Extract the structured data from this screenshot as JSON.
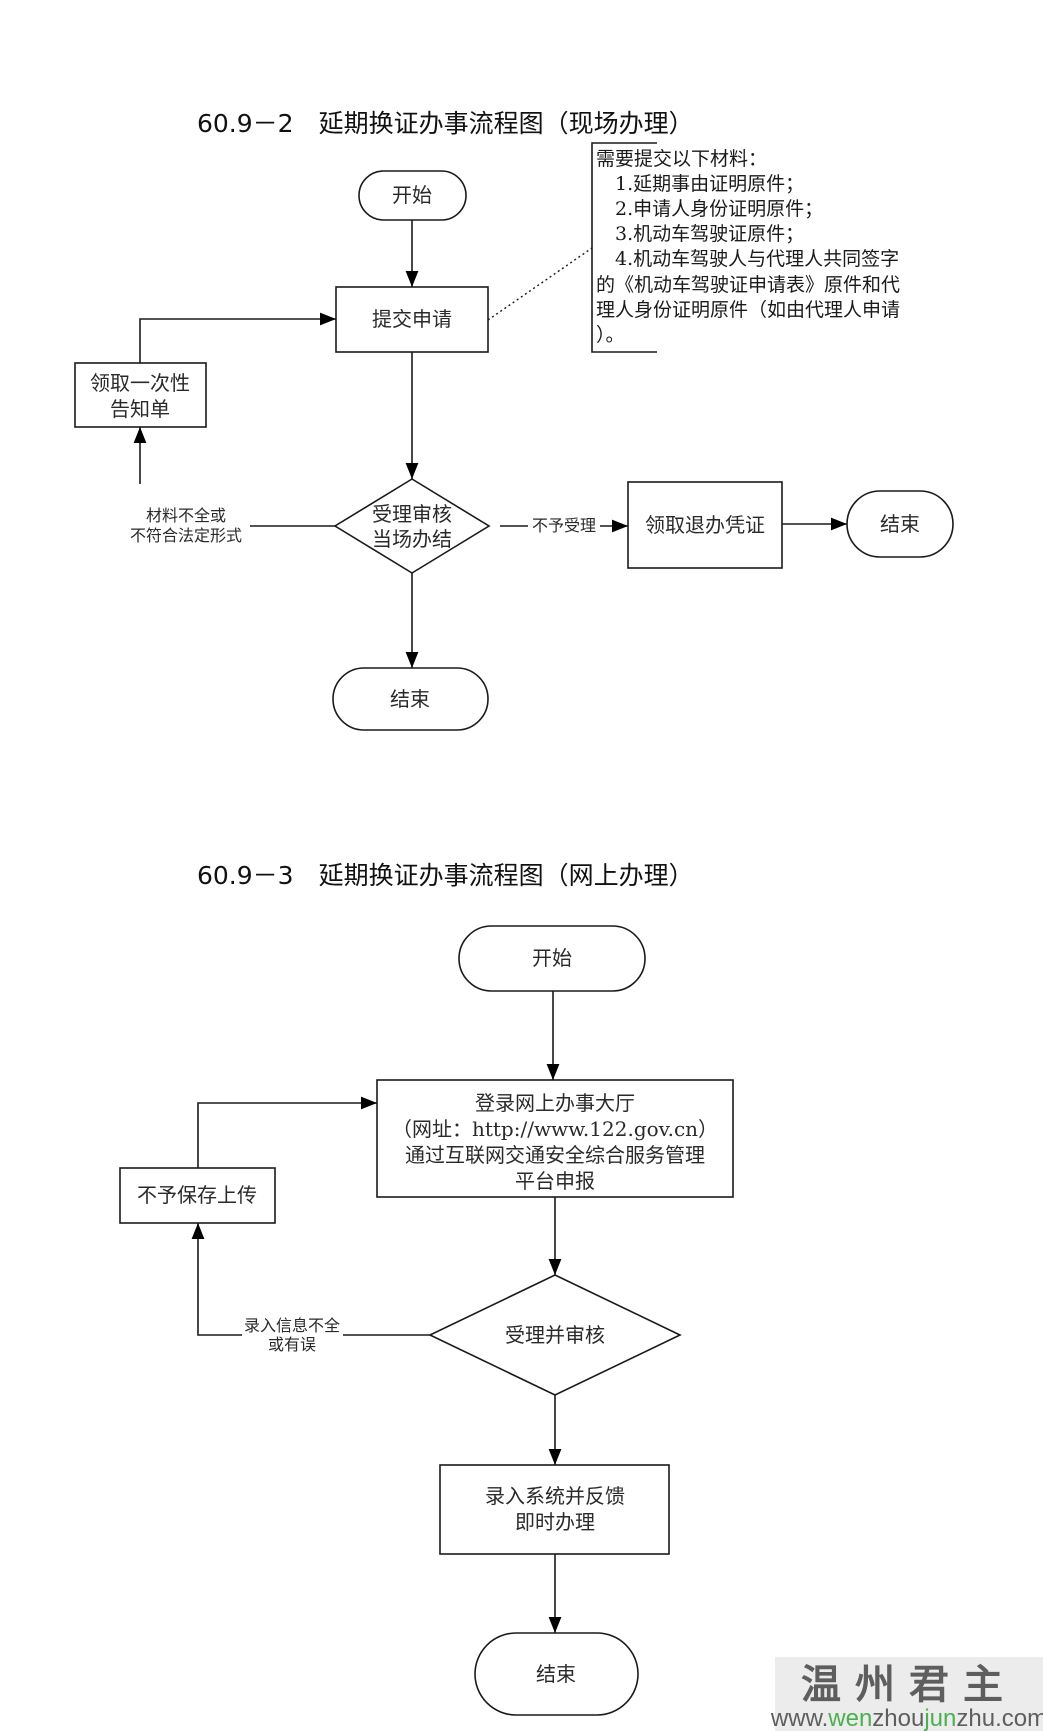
{
  "diagram1": {
    "title": "60.9－2　延期换证办事流程图（现场办理）",
    "start": "开始",
    "submit": "提交申请",
    "notice_lines": [
      "领取一次性",
      "告知单"
    ],
    "review_lines": [
      "受理审核",
      "当场办结"
    ],
    "reject_condition_lines": [
      "材料不全或",
      "不符合法定形式"
    ],
    "not_accepted_label": "不予受理",
    "withdraw_voucher": "领取退办凭证",
    "end_right": "结束",
    "end_bottom": "结束",
    "materials_note": {
      "lines": [
        "需要提交以下材料：",
        "　1.延期事由证明原件；",
        "　2.申请人身份证明原件；",
        "　3.机动车驾驶证原件；",
        "　4.机动车驾驶人与代理人共同签字",
        "的《机动车驾驶证申请表》原件和代",
        "理人身份证明原件（如由代理人申请",
        "）。"
      ]
    }
  },
  "diagram2": {
    "title": "60.9－3　延期换证办事流程图（网上办理）",
    "start": "开始",
    "online_lines": [
      "登录网上办事大厅",
      "（网址：http://www.122.gov.cn）",
      "通过互联网交通安全综合服务管理",
      "平台申报"
    ],
    "not_saved": "不予保存上传",
    "review": "受理并审核",
    "error_condition_lines": [
      "录入信息不全",
      "或有误"
    ],
    "system_lines": [
      "录入系统并反馈",
      "即时办理"
    ],
    "end": "结束"
  },
  "watermark": {
    "name": "温州君主",
    "url_parts": [
      "www.",
      "wen",
      "zhou",
      "jun",
      "zhu.com"
    ],
    "accent_color": "#4caf50",
    "text_color": "#5e5e5e"
  }
}
